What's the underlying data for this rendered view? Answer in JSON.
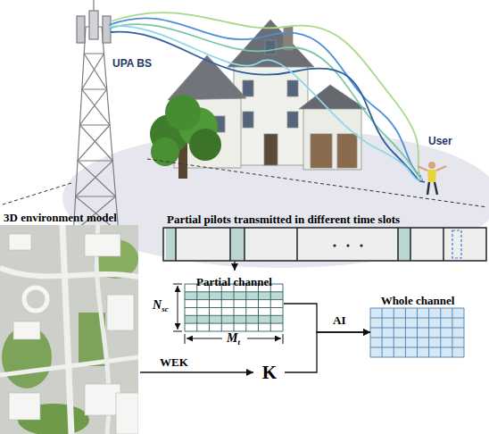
{
  "diagram": {
    "nodes": [
      {
        "text": [
          "3D environment model"
        ]
      },
      {
        "text": [
          "Partial pilots transmitted in different time slots"
        ]
      },
      {
        "text": [
          "Partial channel"
        ]
      },
      {
        "text": [
          "K"
        ]
      },
      {
        "text": [
          "Whole channel"
        ]
      }
    ],
    "edges": [
      {
        "from": 1,
        "to": 2,
        "arrow": "to"
      },
      {
        "from": 0,
        "to": 3,
        "label": "WEK",
        "arrow": "to"
      },
      {
        "from": 2,
        "to": 4,
        "label": "AI",
        "arrow": "to"
      },
      {
        "from": 3,
        "to": 4,
        "arrow": "to"
      }
    ],
    "labels": [
      "UPA BS",
      "User",
      "N",
      "sc",
      "M",
      "t"
    ]
  }
}
